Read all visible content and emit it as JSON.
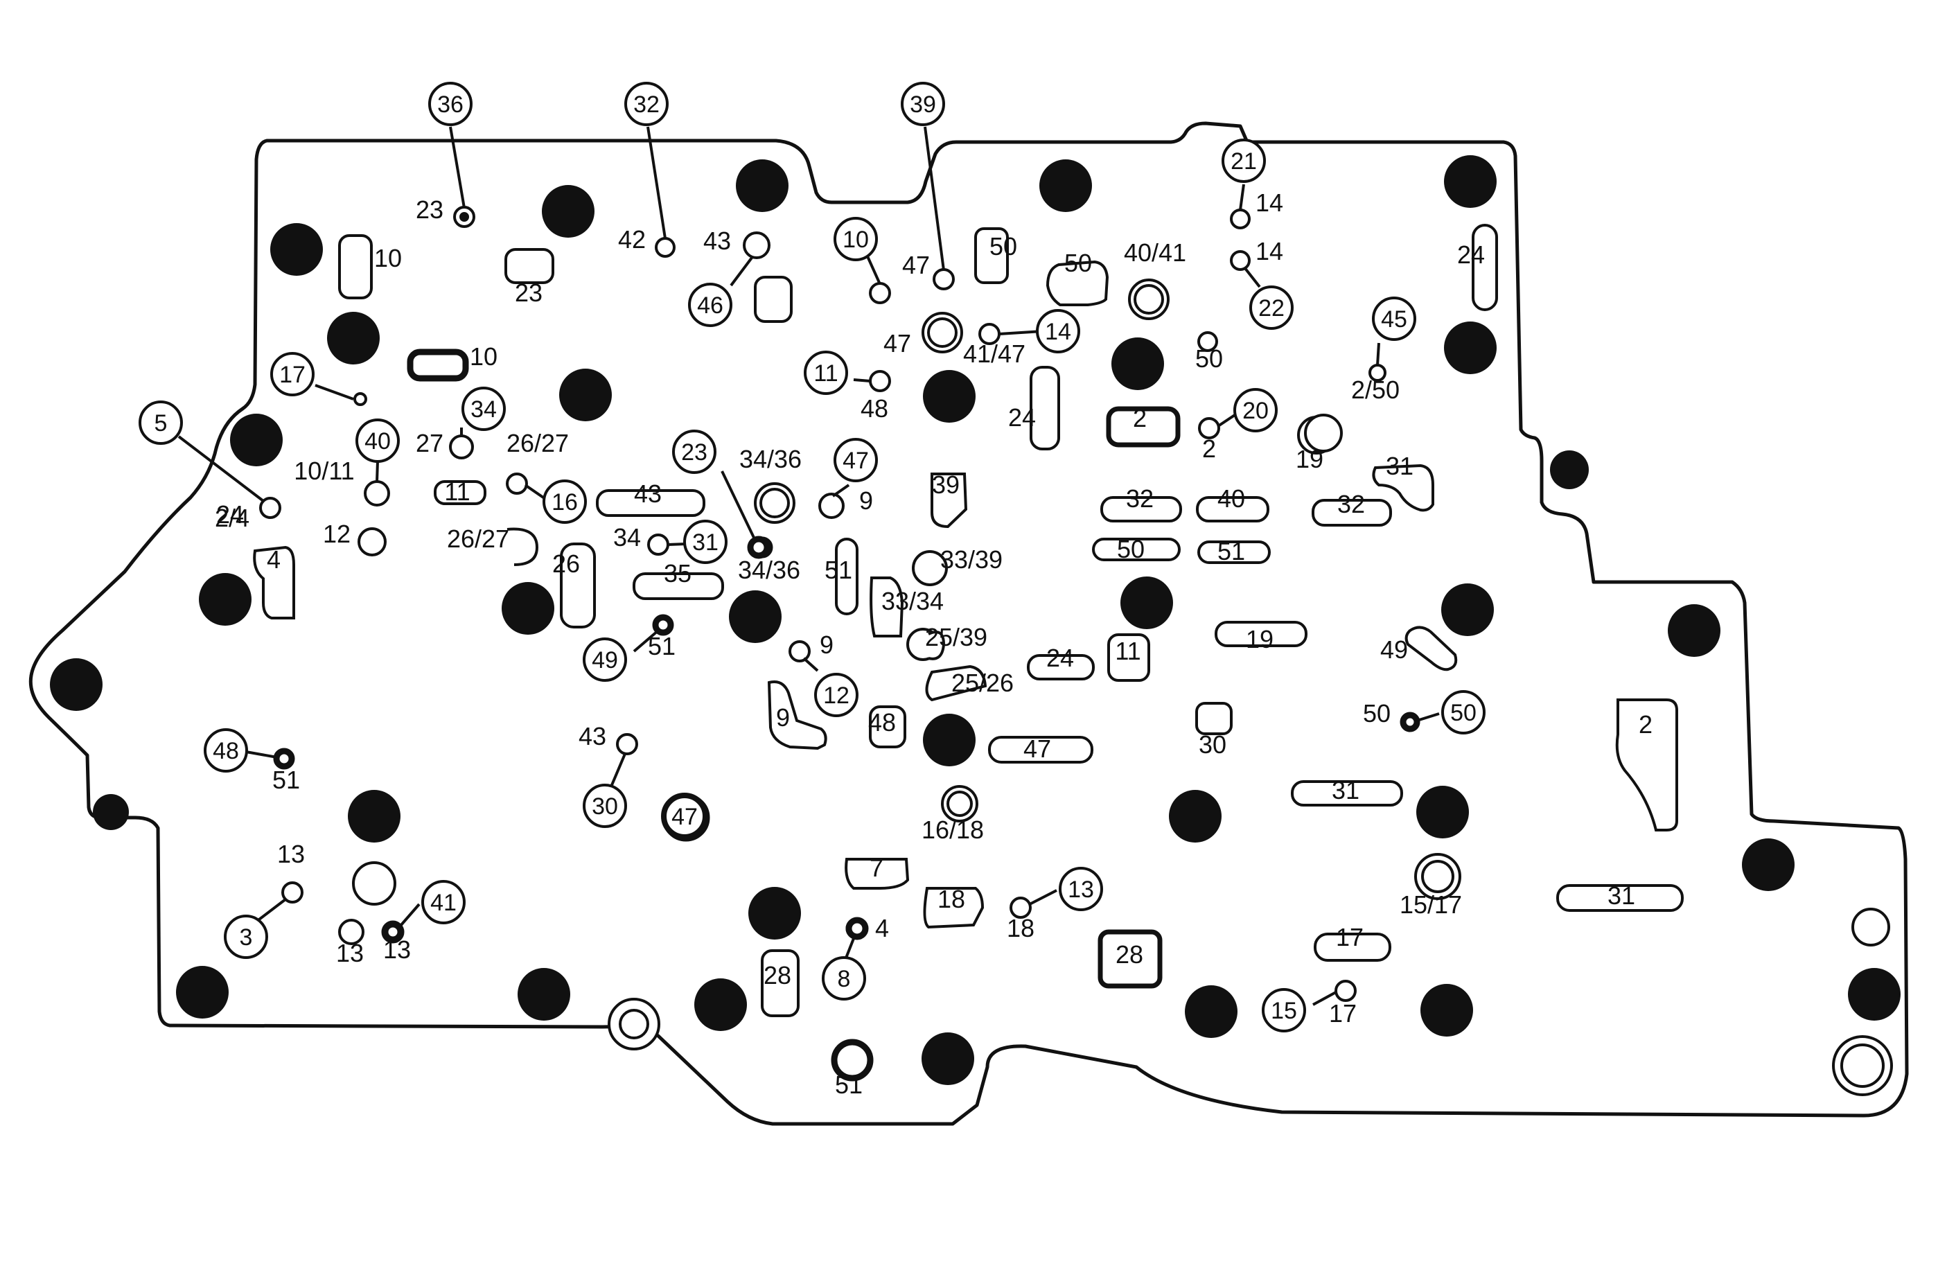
{
  "diagram": {
    "bubbles": [
      {
        "id": "c36",
        "text": "36"
      },
      {
        "id": "c32",
        "text": "32"
      },
      {
        "id": "c39",
        "text": "39"
      },
      {
        "id": "c21",
        "text": "21"
      },
      {
        "id": "c10",
        "text": "10"
      },
      {
        "id": "c46",
        "text": "46"
      },
      {
        "id": "c22",
        "text": "22"
      },
      {
        "id": "c14",
        "text": "14"
      },
      {
        "id": "c45",
        "text": "45"
      },
      {
        "id": "c17",
        "text": "17"
      },
      {
        "id": "c11",
        "text": "11"
      },
      {
        "id": "c34",
        "text": "34"
      },
      {
        "id": "c20",
        "text": "20"
      },
      {
        "id": "c5",
        "text": "5"
      },
      {
        "id": "c40",
        "text": "40"
      },
      {
        "id": "c23",
        "text": "23"
      },
      {
        "id": "c47a",
        "text": "47"
      },
      {
        "id": "c16",
        "text": "16"
      },
      {
        "id": "c31",
        "text": "31"
      },
      {
        "id": "c12",
        "text": "12"
      },
      {
        "id": "c49",
        "text": "49"
      },
      {
        "id": "c48",
        "text": "48"
      },
      {
        "id": "c50",
        "text": "50"
      },
      {
        "id": "c30",
        "text": "30"
      },
      {
        "id": "c47b",
        "text": "47"
      },
      {
        "id": "c41",
        "text": "41"
      },
      {
        "id": "c3",
        "text": "3"
      },
      {
        "id": "c13",
        "text": "13"
      },
      {
        "id": "c8",
        "text": "8"
      },
      {
        "id": "c15",
        "text": "15"
      }
    ],
    "labels": [
      {
        "id": "l23a",
        "text": "23"
      },
      {
        "id": "l42",
        "text": "42"
      },
      {
        "id": "l43a",
        "text": "43"
      },
      {
        "id": "l47a",
        "text": "47"
      },
      {
        "id": "l14a",
        "text": "14"
      },
      {
        "id": "l14b",
        "text": "14"
      },
      {
        "id": "l50a",
        "text": "50"
      },
      {
        "id": "l50b",
        "text": "50"
      },
      {
        "id": "l4041",
        "text": "40/41"
      },
      {
        "id": "l10a",
        "text": "10"
      },
      {
        "id": "l23b",
        "text": "23"
      },
      {
        "id": "l24a",
        "text": "24"
      },
      {
        "id": "l47b",
        "text": "47"
      },
      {
        "id": "l4147",
        "text": "41/47"
      },
      {
        "id": "l50c",
        "text": "50"
      },
      {
        "id": "l250",
        "text": "2/50"
      },
      {
        "id": "l10b",
        "text": "10"
      },
      {
        "id": "l48a",
        "text": "48"
      },
      {
        "id": "l24b",
        "text": "24"
      },
      {
        "id": "l2a",
        "text": "2"
      },
      {
        "id": "l2b",
        "text": "2"
      },
      {
        "id": "l19a",
        "text": "19"
      },
      {
        "id": "l27",
        "text": "27"
      },
      {
        "id": "l2627a",
        "text": "26/27"
      },
      {
        "id": "l3436a",
        "text": "34/36"
      },
      {
        "id": "l1011",
        "text": "10/11"
      },
      {
        "id": "l11a",
        "text": "11"
      },
      {
        "id": "l43b",
        "text": "43"
      },
      {
        "id": "l9a",
        "text": "9"
      },
      {
        "id": "l39",
        "text": "39"
      },
      {
        "id": "l31a",
        "text": "31"
      },
      {
        "id": "l32a",
        "text": "32"
      },
      {
        "id": "l40",
        "text": "40"
      },
      {
        "id": "l32b",
        "text": "32"
      },
      {
        "id": "l24c",
        "text": "24"
      },
      {
        "id": "l24",
        "text": "2/4"
      },
      {
        "id": "l12a",
        "text": "12"
      },
      {
        "id": "l2627b",
        "text": "26/27"
      },
      {
        "id": "l34",
        "text": "34"
      },
      {
        "id": "l3436b",
        "text": "34/36"
      },
      {
        "id": "l50d",
        "text": "50"
      },
      {
        "id": "l51a",
        "text": "51"
      },
      {
        "id": "l4",
        "text": "4"
      },
      {
        "id": "l26",
        "text": "26"
      },
      {
        "id": "l35",
        "text": "35"
      },
      {
        "id": "l51b",
        "text": "51"
      },
      {
        "id": "l3339",
        "text": "33/39"
      },
      {
        "id": "l3334",
        "text": "33/34"
      },
      {
        "id": "l51c",
        "text": "51"
      },
      {
        "id": "l9b",
        "text": "9"
      },
      {
        "id": "l2539",
        "text": "25/39"
      },
      {
        "id": "l2526",
        "text": "25/26"
      },
      {
        "id": "l24d",
        "text": "24"
      },
      {
        "id": "l11b",
        "text": "11"
      },
      {
        "id": "l19b",
        "text": "19"
      },
      {
        "id": "l49",
        "text": "49"
      },
      {
        "id": "l9c",
        "text": "9"
      },
      {
        "id": "l48b",
        "text": "48"
      },
      {
        "id": "l43c",
        "text": "43"
      },
      {
        "id": "l47c",
        "text": "47"
      },
      {
        "id": "l30",
        "text": "30"
      },
      {
        "id": "l50e",
        "text": "50"
      },
      {
        "id": "l2c",
        "text": "2"
      },
      {
        "id": "l51d",
        "text": "51"
      },
      {
        "id": "l1618",
        "text": "16/18"
      },
      {
        "id": "l31b",
        "text": "31"
      },
      {
        "id": "l13a",
        "text": "13"
      },
      {
        "id": "l7",
        "text": "7"
      },
      {
        "id": "l18a",
        "text": "18"
      },
      {
        "id": "l18b",
        "text": "18"
      },
      {
        "id": "l1517",
        "text": "15/17"
      },
      {
        "id": "l31c",
        "text": "31"
      },
      {
        "id": "l13b",
        "text": "13"
      },
      {
        "id": "l13c",
        "text": "13"
      },
      {
        "id": "l4b",
        "text": "4"
      },
      {
        "id": "l17",
        "text": "17"
      },
      {
        "id": "l28a",
        "text": "28"
      },
      {
        "id": "l28b",
        "text": "28"
      },
      {
        "id": "l17b",
        "text": "17"
      },
      {
        "id": "l51e",
        "text": "51"
      }
    ]
  }
}
